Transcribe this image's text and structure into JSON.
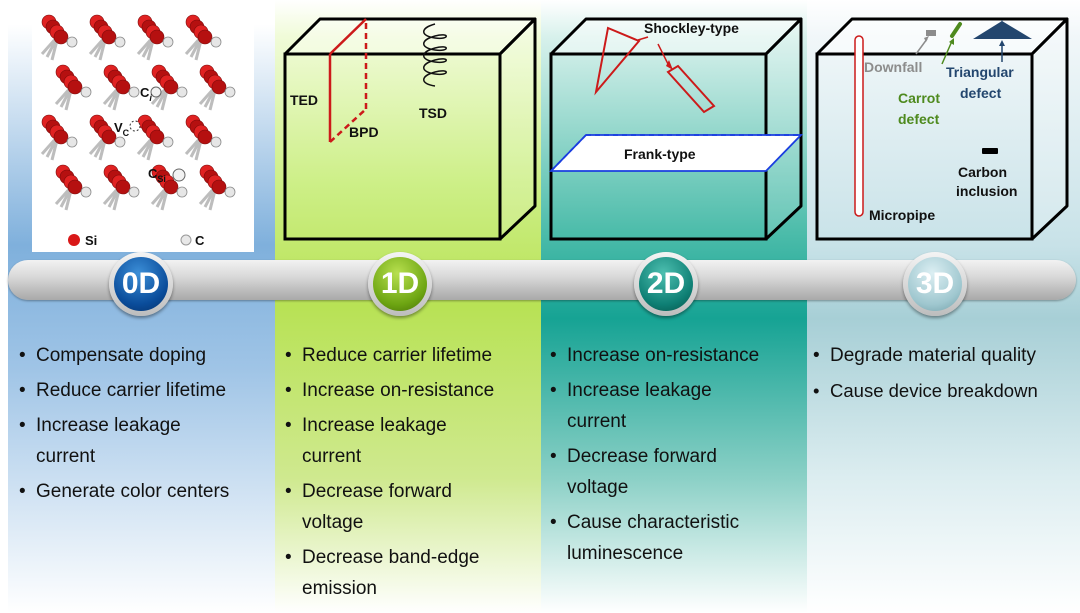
{
  "columns": [
    {
      "badge": "0D",
      "color": "#0a4c9a",
      "bullets": [
        "Compensate doping",
        "Reduce carrier lifetime",
        "Increase leakage current",
        "Generate color centers"
      ],
      "diagram": {
        "atom_labels": {
          "ci_main": "C",
          "ci_sub": "i",
          "vc_main": "V",
          "vc_sub": "C",
          "csi_main": "C",
          "csi_sub": "Si"
        },
        "legend": {
          "si": "Si",
          "c": "C"
        }
      }
    },
    {
      "badge": "1D",
      "color": "#6da512",
      "bullets": [
        "Reduce carrier lifetime",
        "Increase on-resistance",
        "Increase leakage current",
        "Decrease forward voltage",
        "Decrease band-edge emission"
      ],
      "diagram": {
        "labels": [
          "TED",
          "BPD",
          "TSD"
        ]
      }
    },
    {
      "badge": "2D",
      "color": "#0e7f74",
      "bullets": [
        "Increase on-resistance",
        "Increase leakage current",
        "Decrease forward voltage",
        "Cause characteristic luminescence"
      ],
      "diagram": {
        "labels": [
          "Shockley-type",
          "Frank-type"
        ]
      }
    },
    {
      "badge": "3D",
      "color": "#9fc7cf",
      "bullets": [
        "Degrade material quality",
        "Cause device breakdown"
      ],
      "diagram": {
        "downfall": "Downfall",
        "carrot_line1": "Carrot",
        "carrot_line2": "defect",
        "triangular_line1": "Triangular",
        "triangular_line2": "defect",
        "carbon_line1": "Carbon",
        "carbon_line2": "inclusion",
        "micropipe": "Micropipe"
      }
    }
  ]
}
